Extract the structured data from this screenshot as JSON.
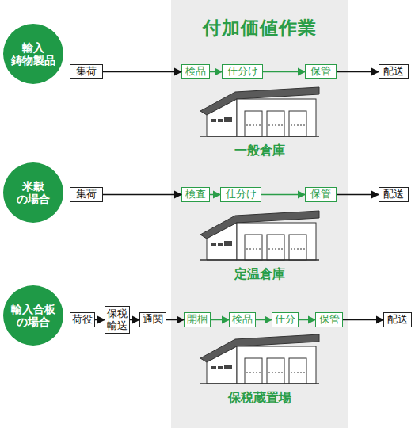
{
  "diagram": {
    "nodes": [
      {
        "text": [
          "付加価値作業"
        ]
      },
      {
        "text": [
          "輸入 鋳物製品"
        ]
      },
      {
        "text": [
          "集荷"
        ]
      },
      {
        "text": [
          "検品"
        ],
        "in": 0
      },
      {
        "text": [
          "仕分け"
        ],
        "in": 0
      },
      {
        "text": [
          "保管"
        ],
        "in": 0
      },
      {
        "text": [
          "配送"
        ]
      },
      {
        "text": [
          "米穀 の場合"
        ]
      },
      {
        "text": [
          "集荷"
        ]
      },
      {
        "text": [
          "検査"
        ],
        "in": 0
      },
      {
        "text": [
          "仕分け"
        ],
        "in": 0
      },
      {
        "text": [
          "保管"
        ],
        "in": 0
      },
      {
        "text": [
          "配送"
        ]
      },
      {
        "text": [
          "輸入合板 の場合"
        ]
      },
      {
        "text": [
          "荷役"
        ]
      },
      {
        "text": [
          "保税 輸送"
        ]
      },
      {
        "text": [
          "通関"
        ]
      },
      {
        "text": [
          "開梱"
        ],
        "in": 0
      },
      {
        "text": [
          "検品"
        ],
        "in": 0
      },
      {
        "text": [
          "仕分"
        ],
        "in": 0
      },
      {
        "text": [
          "保管"
        ],
        "in": 0
      },
      {
        "text": [
          "配送"
        ]
      }
    ],
    "edges": [
      {
        "from": 2,
        "to": 3,
        "arrow": "to"
      },
      {
        "from": 3,
        "to": 4,
        "arrow": "to"
      },
      {
        "from": 4,
        "to": 5,
        "arrow": "to"
      },
      {
        "from": 5,
        "to": 6,
        "arrow": "to"
      },
      {
        "from": 8,
        "to": 9,
        "arrow": "to"
      },
      {
        "from": 9,
        "to": 10,
        "arrow": "to"
      },
      {
        "from": 10,
        "to": 11,
        "arrow": "to"
      },
      {
        "from": 11,
        "to": 12,
        "arrow": "to"
      },
      {
        "from": 14,
        "to": 15,
        "arrow": "to"
      },
      {
        "from": 15,
        "to": 16,
        "arrow": "to"
      },
      {
        "from": 16,
        "to": 17,
        "arrow": "to"
      },
      {
        "from": 17,
        "to": 18,
        "arrow": "to"
      },
      {
        "from": 18,
        "to": 19,
        "arrow": "to"
      },
      {
        "from": 19,
        "to": 20,
        "arrow": "to"
      },
      {
        "from": 20,
        "to": 21,
        "arrow": "to"
      }
    ],
    "labels": [
      "一般倉庫",
      "定温倉庫",
      "保税蔵置場"
    ]
  }
}
